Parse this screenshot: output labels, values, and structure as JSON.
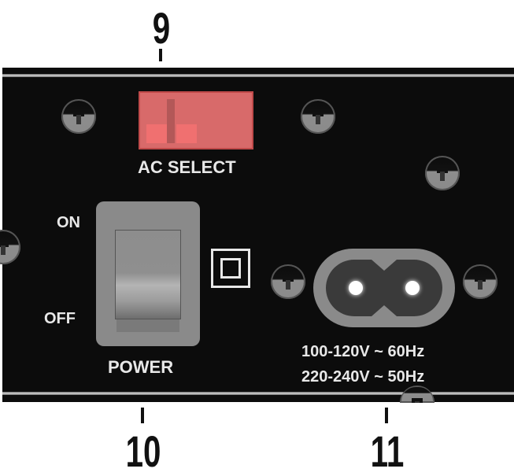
{
  "callouts": [
    {
      "id": "9",
      "label": "9",
      "target": "ac-select-switch"
    },
    {
      "id": "10",
      "label": "10",
      "target": "power-switch"
    },
    {
      "id": "11",
      "label": "11",
      "target": "ac-power-inlet"
    }
  ],
  "panel": {
    "ac_select": {
      "label": "AC SELECT",
      "color": "#d86a6a"
    },
    "power_switch": {
      "on_label": "ON",
      "off_label": "OFF",
      "label": "POWER"
    },
    "double_insulation_symbol": "double-square",
    "ac_inlet": {
      "type": "IEC C8 figure-8",
      "voltage_lines": [
        "100-120V ~ 60Hz",
        "220-240V ~ 50Hz"
      ]
    }
  },
  "colors": {
    "panel": "#0c0c0c",
    "text": "#e8e8e8",
    "bezel": "#8a8a8a",
    "callout": "#111111"
  }
}
